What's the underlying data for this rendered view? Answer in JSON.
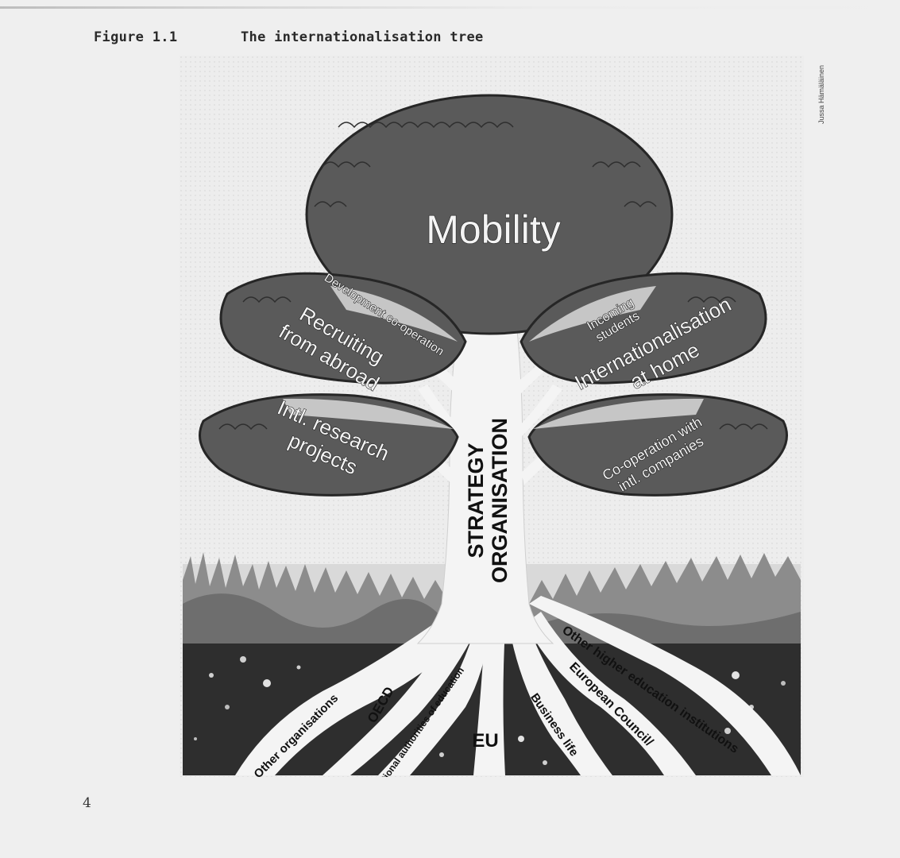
{
  "figure": {
    "number": "Figure 1.1",
    "title": "The internationalisation tree",
    "credit": "Jussa Hämäläinen",
    "page_number": "4"
  },
  "tree": {
    "crown": "Mobility",
    "left_upper_top": "Development co-operation",
    "left_upper_line1": "Recruiting",
    "left_upper_line2": "from abroad",
    "left_lower_line1": "Intl. research",
    "left_lower_line2": "projects",
    "right_upper_top_line1": "Incoming",
    "right_upper_top_line2": "students",
    "right_upper_line1": "Internationalisation",
    "right_upper_line2": "at home",
    "right_lower_line1": "Co-operation with",
    "right_lower_line2": "intl. companies",
    "trunk_line1": "STRATEGY",
    "trunk_line2": "ORGANISATION"
  },
  "roots": {
    "other_organisations": "Other organisations",
    "oecd": "OECD",
    "national_authorities": "National authorities of education",
    "eu": "EU",
    "business_life": "Business life",
    "european_council": "European Council/",
    "other_higher_education": "Other higher education institutions"
  },
  "colors": {
    "foliage": "#5a5a5a",
    "foliage_light": "#c6c6c6",
    "soil": "#2e2e2e",
    "trunk": "#f4f4f4"
  }
}
